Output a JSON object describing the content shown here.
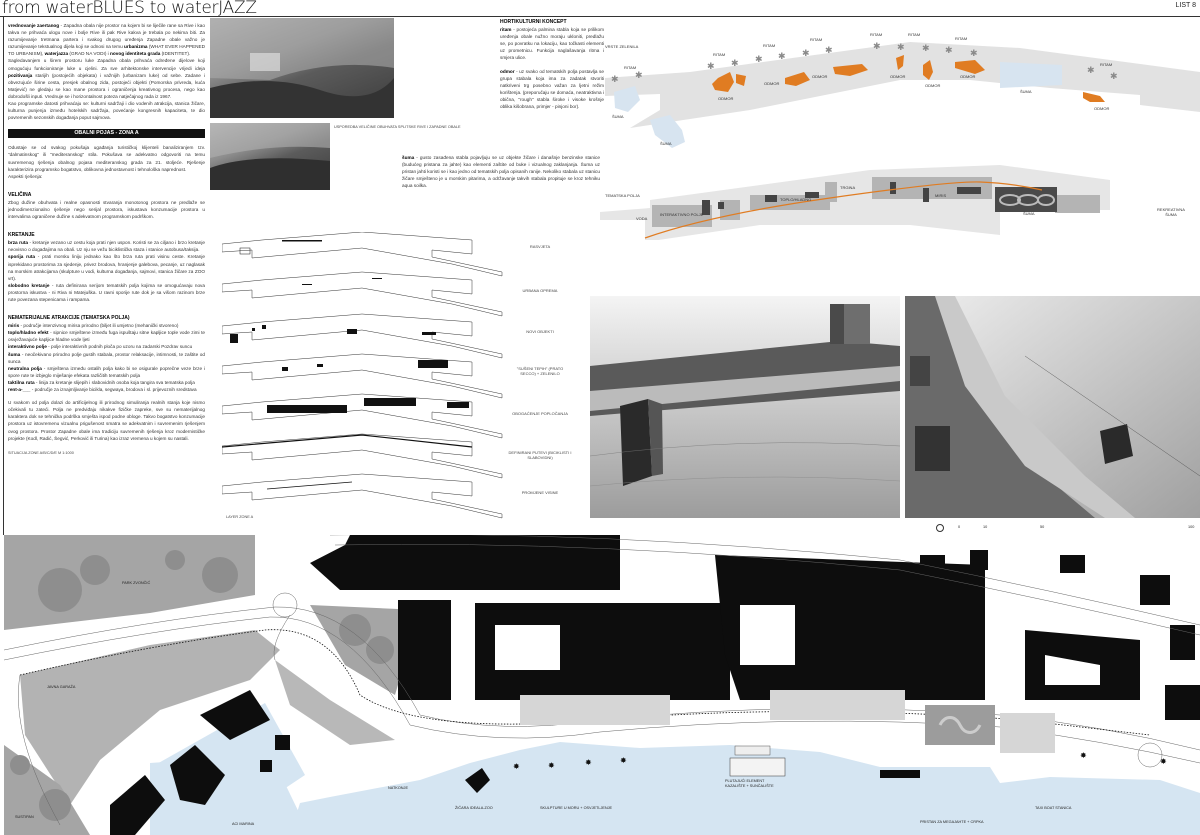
{
  "header": {
    "title": "from waterBLUES to waterJAZZ",
    "sheet": "LIST 8"
  },
  "left_column": {
    "intro": [
      [
        {
          "b": true,
          "t": "vrednovanje zaertanog"
        },
        {
          "t": " - Zapadna obala nije prostor na kojem bi se liječile rane sa Rive i kao takva ne prihvaća ulogu nove i bolje Rive ili pak Rive kakva je trebala po nekima biti. Za razumijevanje tretmana partera i svakog drugog uređenja Zapadne obale važno je razumijevanje tekstualnog dijela koji se odnosi na temu "
        },
        {
          "b": true,
          "t": "urbanizma"
        },
        {
          "t": " (WHAT EVER HAPPENED TO URBANISM), "
        },
        {
          "b": true,
          "t": "waterjazza"
        },
        {
          "t": " (GRAD NA VODI) i "
        },
        {
          "b": true,
          "t": "novog identiteta grada"
        },
        {
          "t": " (IDENTITET)."
        }
      ],
      [
        {
          "t": "Sagledavanjem u širem prostoru luke Zapadna obala prihvaća određene dijelove koji omogućuju funkcioniranje luke u cjelini. Za sve arhitektonske intervencije vrijedi ideja "
        },
        {
          "b": true,
          "t": "pozitivanja"
        },
        {
          "t": " starijih (postojećih objekata) i važnijih (urbanizam luke) od sebe. Zadane i obvezujuće širine cesta, presjek obalnog zida, postojeći objekti (Pomorska privreda, kuća Matjević) ne gledaju se kao mane prostora i ograničenja kreativnog procesa, nego kao dobrodošli inputi. Vrednuje se i horizontalnost poteza natječajnog rada iz 1967."
        }
      ],
      [
        {
          "t": "Kao programske datosti prihvaćaju se: kulturni sadržaji i dio vodenih atrakcija, stanica žičare, kulturna punjenja između hotelskih sadržaja, povećanje kongresnih kapaciteta, te dio povremenih sezonskih događanja poput sajmova."
        }
      ]
    ],
    "zone_heading": "OBALNI POJAS - ZONA A",
    "zone_text": [
      [
        {
          "t": "Odustaje se od svakog pokušaja ugađanja turističkoj klijenteli banaliziranjem tzv. \"dalmatinskog\" ili \"mediteranskog\" stila. Pokušava se adekvatno odgovoriti na temu suvremenog rješenja obalnog pojasa mediteranskog grada za 21. stoljeće. Rješenje karakterizira programsko bogatstvo, oblikovna jednostavnost i tehnološka naprednost."
        }
      ],
      [
        {
          "t": "Aspekti rješenja:"
        }
      ]
    ],
    "sections": [
      {
        "heading": "VELIČINA",
        "paras": [
          [
            {
              "t": "Zbog dužine obuhvata i realne opasnosti stvaranja monotonog prostora ne predlaže se jednodimenzionalno rješenje nego serijal prostora, iskustava konzumacije prostora u intervalima ograničene dužine s adekvatnom programskom podrškom."
            }
          ]
        ]
      },
      {
        "heading": "KRETANJE",
        "paras": [
          [
            {
              "b": true,
              "t": "brza ruta"
            },
            {
              "t": " - kretanje vezano uz cestu koja prati njen uspon. Koristi se za ciljano i brzo kretanje neovisno o događajima na obali. Uz nju se vežu biciklistička staza i stanice autobusa/taksija."
            }
          ],
          [
            {
              "b": true,
              "t": "sporija ruta"
            },
            {
              "t": " - prati morsku liniju jednako kao što brza ruta prati visinu ceste. Kretanje isprekidano prostorima za sjedenje, privez brodova, hranjenje galebova, pecanje, uz naglasak na morskim atrakcijama (skulpture u vodi, kulturna događanja, sajmovi, stanica žičare za ZOO vrt)."
            }
          ],
          [
            {
              "b": true,
              "t": "slobodno kretanje"
            },
            {
              "t": " - ruta definirana serijom tematskih polja kojima se omogućavaju nova prostorna iskustva - ni Riva ni Matejuška. U ravni sporije rute dok je sa višom razinom brze rute povezana stepenicama i rampama."
            }
          ]
        ]
      },
      {
        "heading": "NEMATERIJALNE ATRAKCIJE (TEMATSKA POLJA)",
        "paras": [
          [
            {
              "b": true,
              "t": "miris"
            },
            {
              "t": " - područje intenzivnog mirisa prirodno (biljet ili umjetno (mehanički stvoreno)"
            }
          ],
          [
            {
              "b": true,
              "t": "toplo/hladno efekt"
            },
            {
              "t": " - sipnice smještene između fuga ispuštaju sitne kapljice tople vode zimi te osvježavajuće kapljice hladne vode ljeti"
            }
          ],
          [
            {
              "b": true,
              "t": "interaktivno polje"
            },
            {
              "t": " - polje interaktivnih podnih ploča po uzoru na zadarski Pozdrav suncu"
            }
          ],
          [
            {
              "b": true,
              "t": "šuma"
            },
            {
              "t": " - neočekivano prirodno polje gustih stabala, prostor relaksacije, intimnosti, te zaštite od sunca"
            }
          ],
          [
            {
              "b": true,
              "t": "neutralna polja"
            },
            {
              "t": " - smještena između ostalih polja kako bi se osigurale poprečne veze brze i spore rute te izbjeglo miješanje efekata različitih tematskih polja"
            }
          ],
          [
            {
              "b": true,
              "t": "taktilna ruta"
            },
            {
              "t": " - linija za kretanje slijepih i slabovidnih osoba koja tangira sva tematska polja"
            }
          ],
          [
            {
              "b": true,
              "t": "rent-a-___"
            },
            {
              "t": " - područje za iznajmljivanje bicikla, segwaya, brodova i sl. prijevoznih sredstava"
            }
          ]
        ]
      }
    ],
    "closing": [
      {
        "t": "U svakom od polja dolazi do artificijelnog ili prirodnog simuliranja realnih stanja koje nismo očekivali tu zateći. Polja ne predviđaju nikakve fizičke zapreke, sve su nematerijalnog karaktera dok se tehnička podrška smješta ispod podne obloge. Takvo bogatstvo konzumacije prostora uz istovremenu vizualnu prigušenost smatra se adekvatnim i suvremenim rješenjem ovog prostora. Prostor Zapadne obale ima tradiciju suvremenih rješenja kroz modernističke projekte (Kodl, Radić, Šegvić, Perković ili Turina) kao izraz vremena u kojem su nastali."
      }
    ],
    "plan_caption": "SITUACIJA ZONE A/B/C/D/E  M 1:1000"
  },
  "photo_caption": "USPOREDBA VELIČINE OBUHVATA SPLITSKE RIVE I ZAPADNE OBALE",
  "horticulture": {
    "heading": "HORTIKULTURNI KONCEPT",
    "paras": [
      [
        {
          "b": true,
          "t": "ritam"
        },
        {
          "t": " - postojeća palmina stabla koja se prilikom uređenja obale nužno moraju ukloniti, predlažu se, po povratku na lokaciju, kao točkasti elementi uz prometnicu. Funkcija naglašavanja ritma i smjera ulice."
        }
      ],
      [
        {
          "b": true,
          "t": "odmor"
        },
        {
          "t": " - uz svako od tematskih polja postavlja se grupa stabala koja ima za zadatak stvoriti natkriveni trg posebno važan za ljetni režim korištenja. (preporučaju se domaća, neatraktivna i obična, \"rough\" stabla široke i visoke krošnje oblika kišobrana, primjer - pinjoni bor)."
        }
      ]
    ],
    "suma": [
      {
        "b": true,
        "t": "šuma"
      },
      {
        "t": " - gusto zasađena stabla pojavljuju se uz objekte žičare i današnje benzinske stanice (budućeg pristana za jahte) kao elementi zaštite od buke i vizualnog zaklanjanja. Šuma uz pristan jahti koristi se i kao jedno od tematskih polja opisanih ranije. Nekoliko stabala uz stanicu žičare smješteno je u morskim pitarima, a održavanje takvih stabala propituje se kroz tehniku aqua soilka."
      }
    ]
  },
  "greenery_diagram": {
    "title": "VRSTE ZELENILA",
    "ritam": "RITAM",
    "odmor": "ODMOR",
    "suma": "ŠUMA"
  },
  "fields_diagram": {
    "title": "TEMATSKA POLJA",
    "labels": {
      "voda": "VODA",
      "interactive": "INTERAKTIVNO POLJE",
      "toplo": "TOPLO/HLADNO",
      "trgina": "TRGINA",
      "miris": "MIRIS",
      "suma": "ŠUMA",
      "rekreacija": "REKREATIVNA ŠUMA"
    }
  },
  "layers": {
    "caption": "LAYER ZONE A",
    "items": [
      "RASVJETA",
      "URBANA OPREMA",
      "NOVI OBJEKTI",
      "\"SUŠENI TEPIH\" (PRATO SECCO) + ZELENILO",
      "OBOGAĆENJE POPLOČANJA",
      "DEFINIRANI PUTEVI (BICIKLISTI I SLABOVIDNI)",
      "PROMJENE VISINE"
    ]
  },
  "site_plan": {
    "labels": {
      "park": "PARK ZVONČIĆ",
      "garage": "JAVNA GARAŽA",
      "sustipan": "SUSTIPAN",
      "marina": "ACI MARINA",
      "natkonje": "NATKONJE",
      "zicara": "ŽIČARA IDEALA-ZOO",
      "sculptures": "SKULPTURE U MORU + OSVJETLJENJE",
      "floating": "PLUTAJUĆI ELEMENT KAZALIŠTE + SUNČALIŠTE",
      "megayacht": "PRISTAN ZA MEGAJAHTE + CRPKA",
      "taxi": "TAXI BOAT STANICA"
    },
    "scale": [
      "0",
      "10",
      "50",
      "100"
    ]
  },
  "colors": {
    "orange": "#e07c22",
    "water": "#d5e5f2",
    "park": "#a5a5a5",
    "band": "#e4e4e4"
  }
}
